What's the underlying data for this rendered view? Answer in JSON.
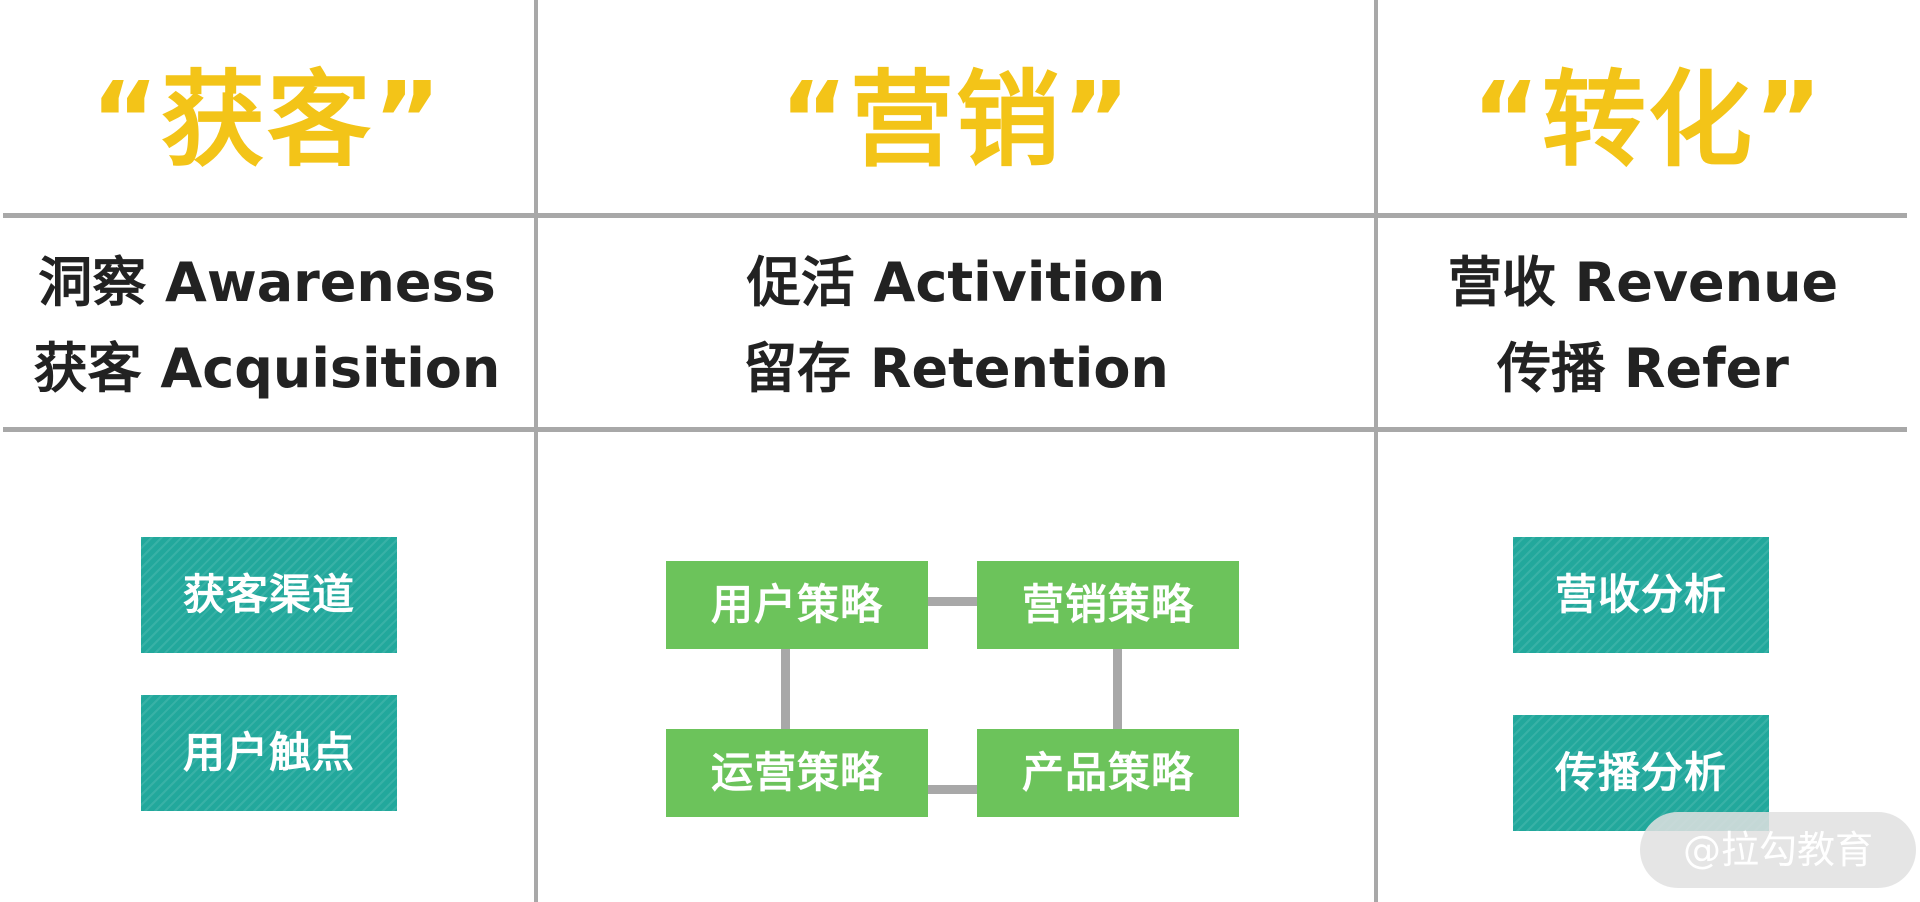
{
  "columns": [
    {
      "title": "“获客”",
      "lines": [
        "洞察 Awareness",
        "获客 Acquisition"
      ],
      "boxes": [
        "获客渠道",
        "用户触点"
      ]
    },
    {
      "title": "“营销”",
      "lines": [
        "促活 Activition",
        "留存 Retention"
      ],
      "boxes": [
        "用户策略",
        "营销策略",
        "运营策略",
        "产品策略"
      ]
    },
    {
      "title": "“转化”",
      "lines": [
        "营收 Revenue",
        "传播 Refer"
      ],
      "boxes": [
        "营收分析",
        "传播分析"
      ]
    }
  ],
  "watermark": "@拉勾教育",
  "colors": {
    "title": "#f3c418",
    "teal_box": "#22a89c",
    "green_box": "#6cc35b",
    "grid_line": "#a8a8a8",
    "text": "#222222"
  }
}
